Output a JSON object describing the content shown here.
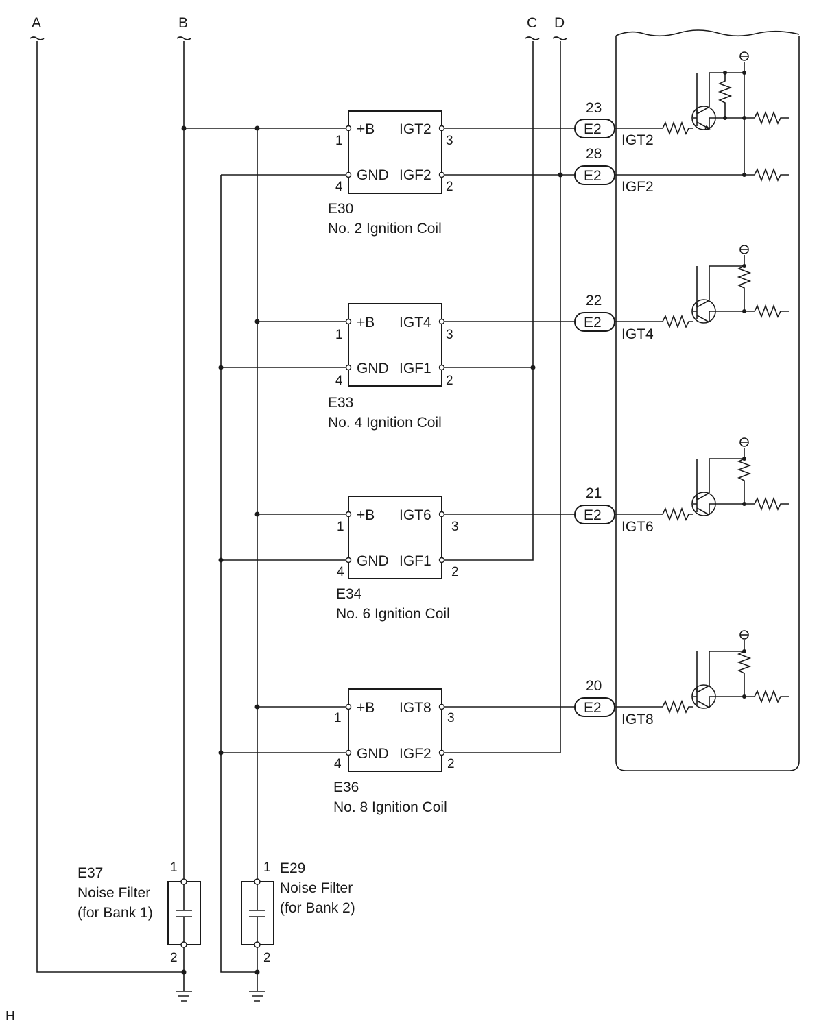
{
  "buses": [
    "A",
    "B",
    "C",
    "D"
  ],
  "coils": [
    {
      "id": "E30",
      "name": "No. 2 Ignition Coil",
      "plus_b": "+B",
      "gnd": "GND",
      "igt": "IGT2",
      "igf": "IGF2",
      "pin_plus_b": "1",
      "pin_igt": "3",
      "pin_gnd": "4",
      "pin_igf": "2"
    },
    {
      "id": "E33",
      "name": "No. 4 Ignition Coil",
      "plus_b": "+B",
      "gnd": "GND",
      "igt": "IGT4",
      "igf": "IGF1",
      "pin_plus_b": "1",
      "pin_igt": "3",
      "pin_gnd": "4",
      "pin_igf": "2"
    },
    {
      "id": "E34",
      "name": "No. 6 Ignition Coil",
      "plus_b": "+B",
      "gnd": "GND",
      "igt": "IGT6",
      "igf": "IGF1",
      "pin_plus_b": "1",
      "pin_igt": "3",
      "pin_gnd": "4",
      "pin_igf": "2"
    },
    {
      "id": "E36",
      "name": "No. 8 Ignition Coil",
      "plus_b": "+B",
      "gnd": "GND",
      "igt": "IGT8",
      "igf": "IGF2",
      "pin_plus_b": "1",
      "pin_igt": "3",
      "pin_gnd": "4",
      "pin_igf": "2"
    }
  ],
  "ecu_connectors": [
    {
      "connector": "E2",
      "pin": "23",
      "signal": "IGT2"
    },
    {
      "connector": "E2",
      "pin": "28",
      "signal": "IGF2"
    },
    {
      "connector": "E2",
      "pin": "22",
      "signal": "IGT4"
    },
    {
      "connector": "E2",
      "pin": "21",
      "signal": "IGT6"
    },
    {
      "connector": "E2",
      "pin": "20",
      "signal": "IGT8"
    }
  ],
  "noise_filters": [
    {
      "id": "E37",
      "line1": "Noise Filter",
      "line2": "(for Bank 1)",
      "pin_top": "1",
      "pin_bottom": "2"
    },
    {
      "id": "E29",
      "line1": "Noise Filter",
      "line2": "(for Bank 2)",
      "pin_top": "1",
      "pin_bottom": "2"
    }
  ],
  "corner_label": "H"
}
